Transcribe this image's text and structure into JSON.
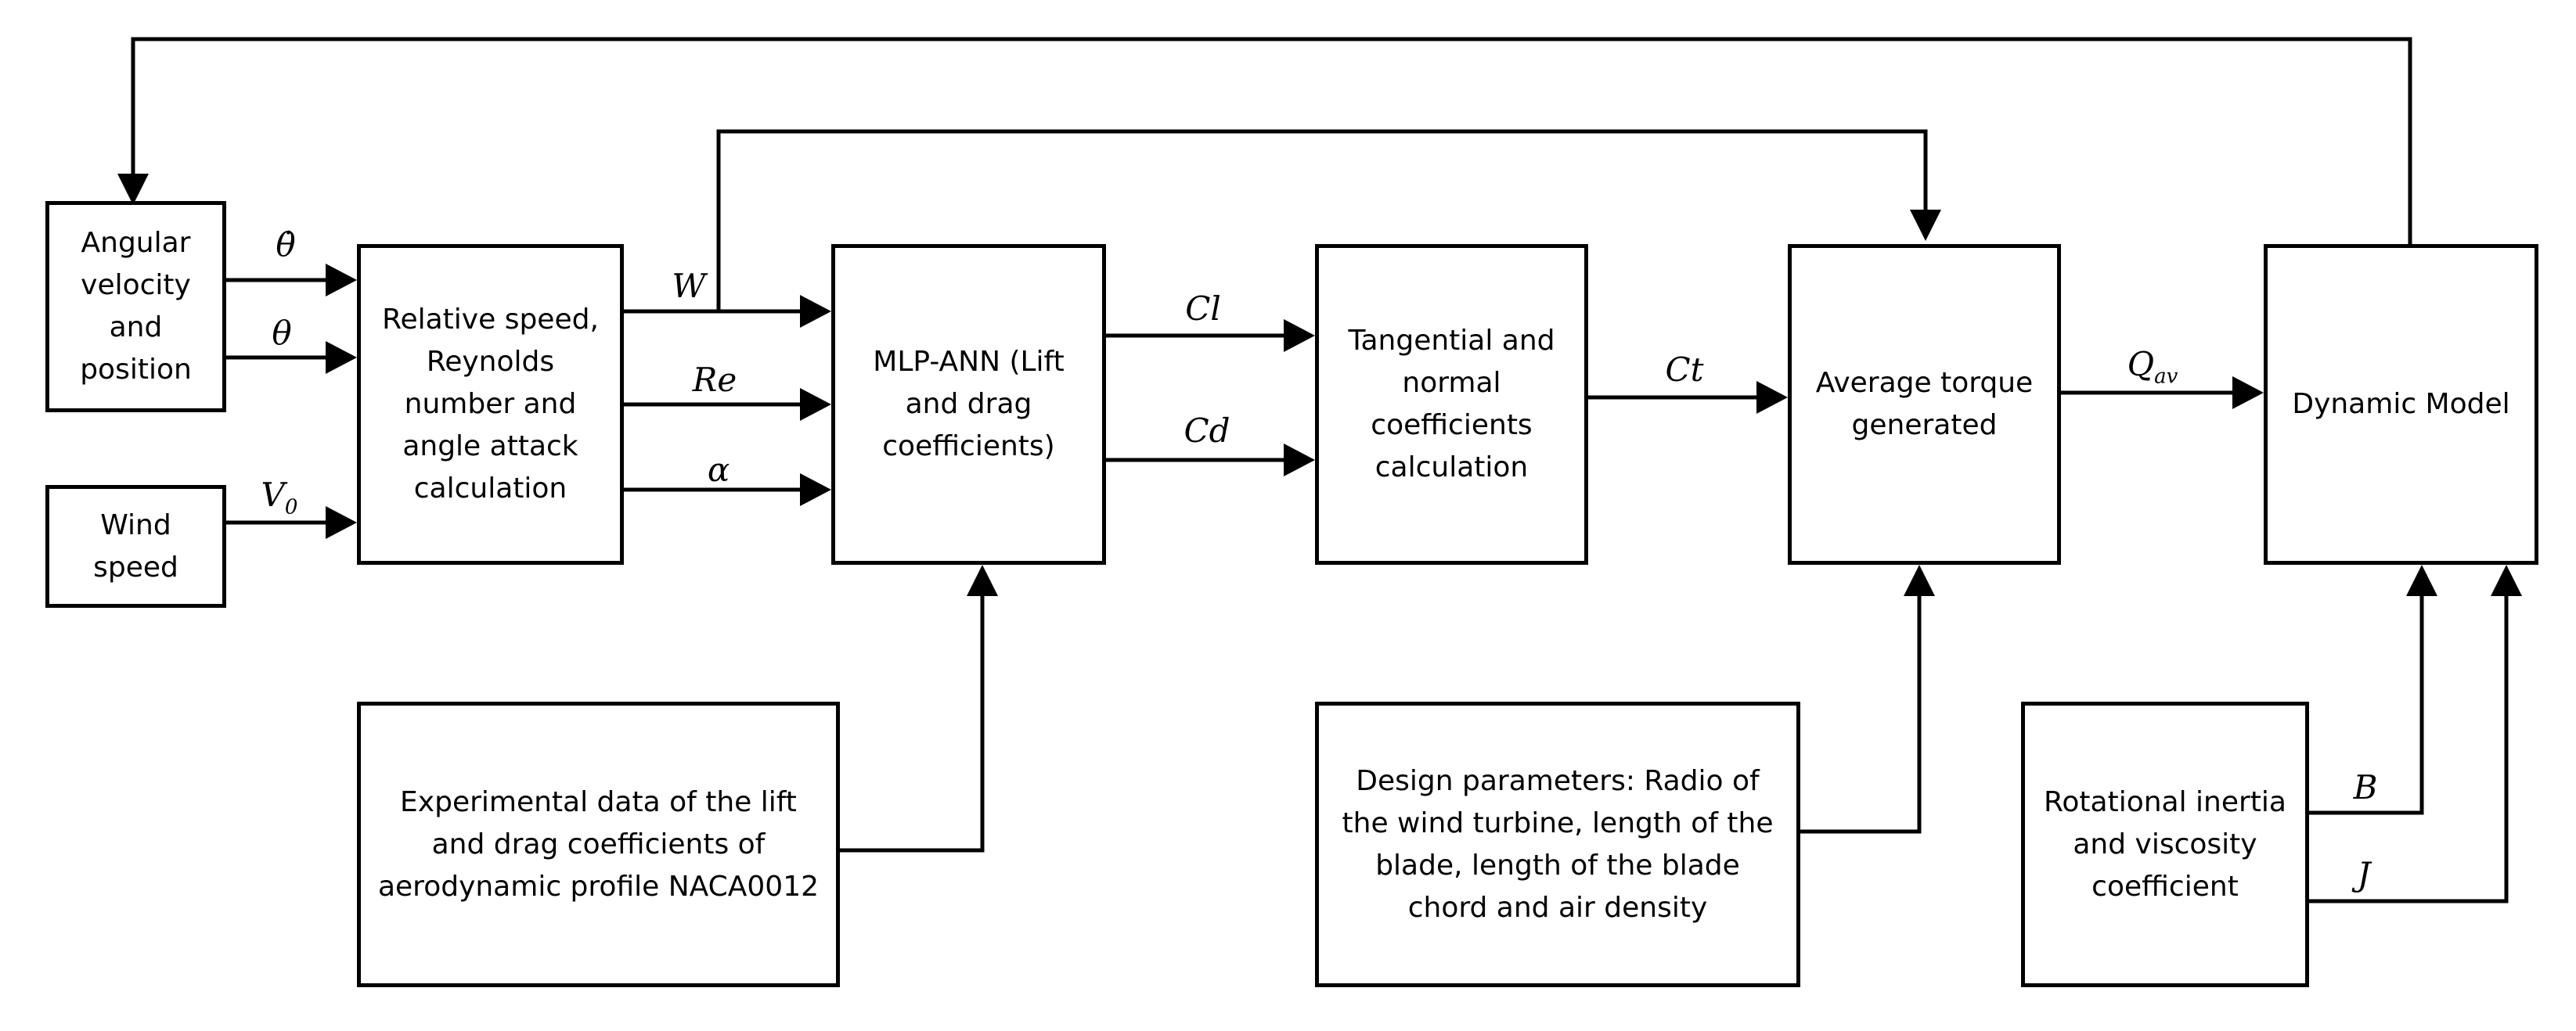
{
  "blocks": {
    "angular_velocity": "Angular\nvelocity\nand\nposition",
    "wind_speed": "Wind\nspeed",
    "relative_speed": "Relative speed,\nReynolds\nnumber and\nangle attack\ncalculation",
    "mlp_ann": "MLP-ANN (Lift\nand drag\ncoefficients)",
    "tangential": "Tangential and\nnormal\ncoefficients\ncalculation",
    "average_torque": "Average torque\ngenerated",
    "dynamic_model": "Dynamic Model",
    "experimental": "Experimental data of the lift\nand drag coefficients of\naerodynamic profile NACA0012",
    "design_params": "Design parameters: Radio of\nthe wind turbine, length of the\nblade, length of the blade\nchord and air density",
    "rotational": "Rotational inertia\nand viscosity\ncoefficient"
  },
  "signals": {
    "theta_dot": "θ̇",
    "theta": "θ",
    "v0_base": "V",
    "v0_sub": "0",
    "w": "W",
    "re": "Re",
    "alpha": "α",
    "cl": "Cl",
    "cd": "Cd",
    "ct": "Ct",
    "qav_base": "Q",
    "qav_sub": "av",
    "b": "B",
    "j": "J"
  }
}
